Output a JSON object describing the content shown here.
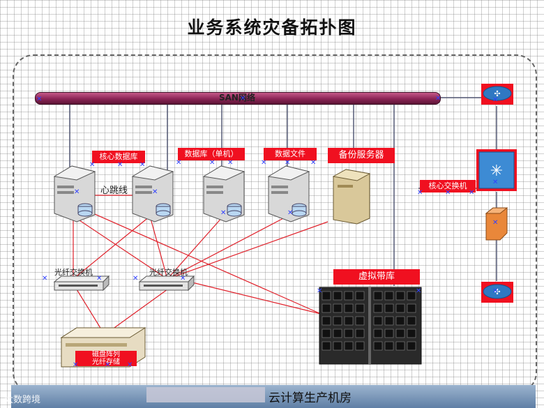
{
  "title": "业务系统灾备拓扑图",
  "san_label": "SAN网络",
  "heartbeat_label": "心跳线",
  "tags": {
    "core_db": "核心数据库",
    "db_standalone": "数据库（单机）",
    "data_file": "数据文件",
    "backup_server": "备份服务器",
    "core_switch": "核心交换机",
    "virtual_tape": "虚拟带库",
    "disk_array": "磁盘阵列\n光纤存储"
  },
  "fc_switch_1": "光纤交换机",
  "fc_switch_2": "光纤交换机",
  "bottom_text": "云计算生产机房",
  "watermark": "大数跨境",
  "colors": {
    "tag_red": "#f01020",
    "san_pipe": "#8a2455",
    "link_red": "#e0202a",
    "link_gray": "#555a77"
  },
  "icons": [
    "server-icon",
    "tower-server-icon",
    "fc-switch-icon",
    "storage-array-icon",
    "tape-library-icon",
    "router-icon",
    "core-switch-icon",
    "firewall-icon"
  ]
}
